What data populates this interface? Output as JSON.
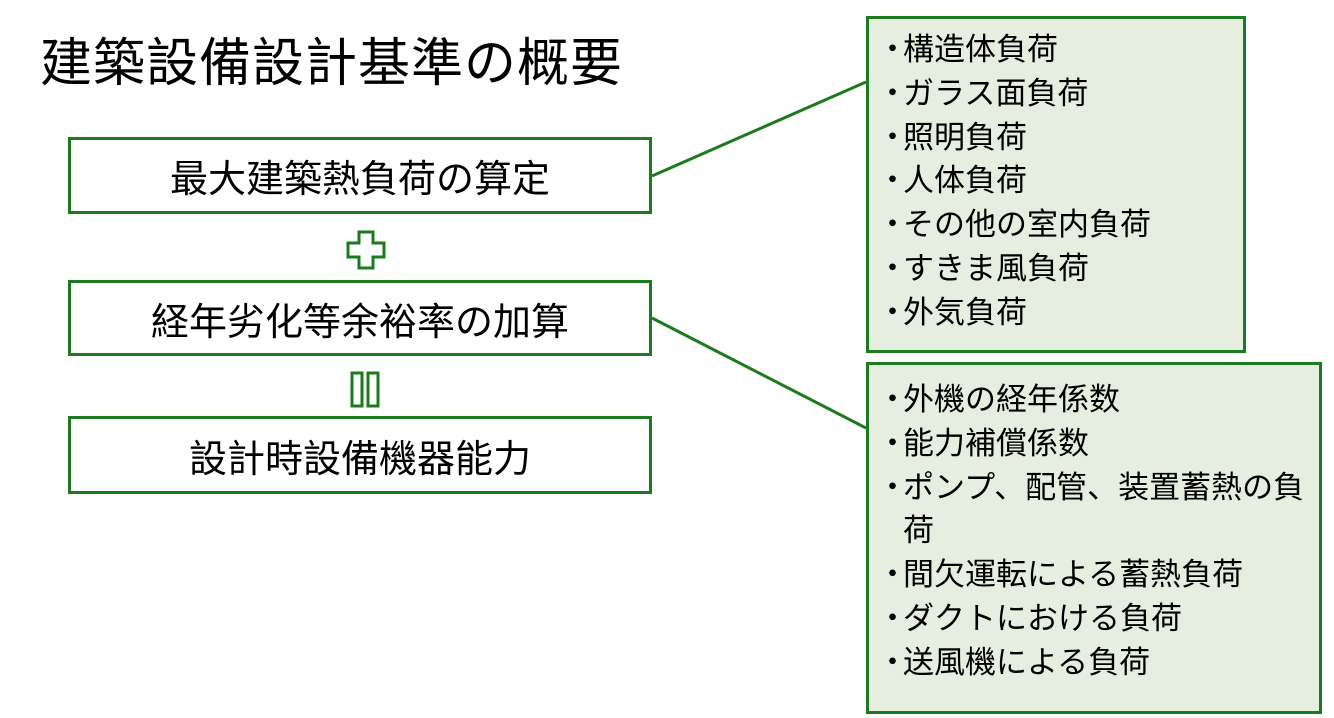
{
  "title": "建築設備設計基準の概要",
  "flow": {
    "step1": "最大建築熱負荷の算定",
    "operator_plus": "+",
    "step2": "経年劣化等余裕率の加算",
    "operator_equals": "=",
    "result": "設計時設備機器能力"
  },
  "building_loads": [
    "構造体負荷",
    "ガラス面負荷",
    "照明負荷",
    "人体負荷",
    "その他の室内負荷",
    "すきま風負荷",
    "外気負荷"
  ],
  "margin_factors": [
    "外機の経年係数",
    "能力補償係数",
    "ポンプ、配管、装置蓄熱の負荷",
    "間欠運転による蓄熱負荷",
    "ダクトにおける負荷",
    "送風機による負荷"
  ],
  "colors": {
    "accent_green": "#1e7a1e",
    "list_fill": "#e6eee0"
  },
  "icons": {
    "operator_plus": "plus-icon",
    "operator_equals": "equals-icon"
  }
}
